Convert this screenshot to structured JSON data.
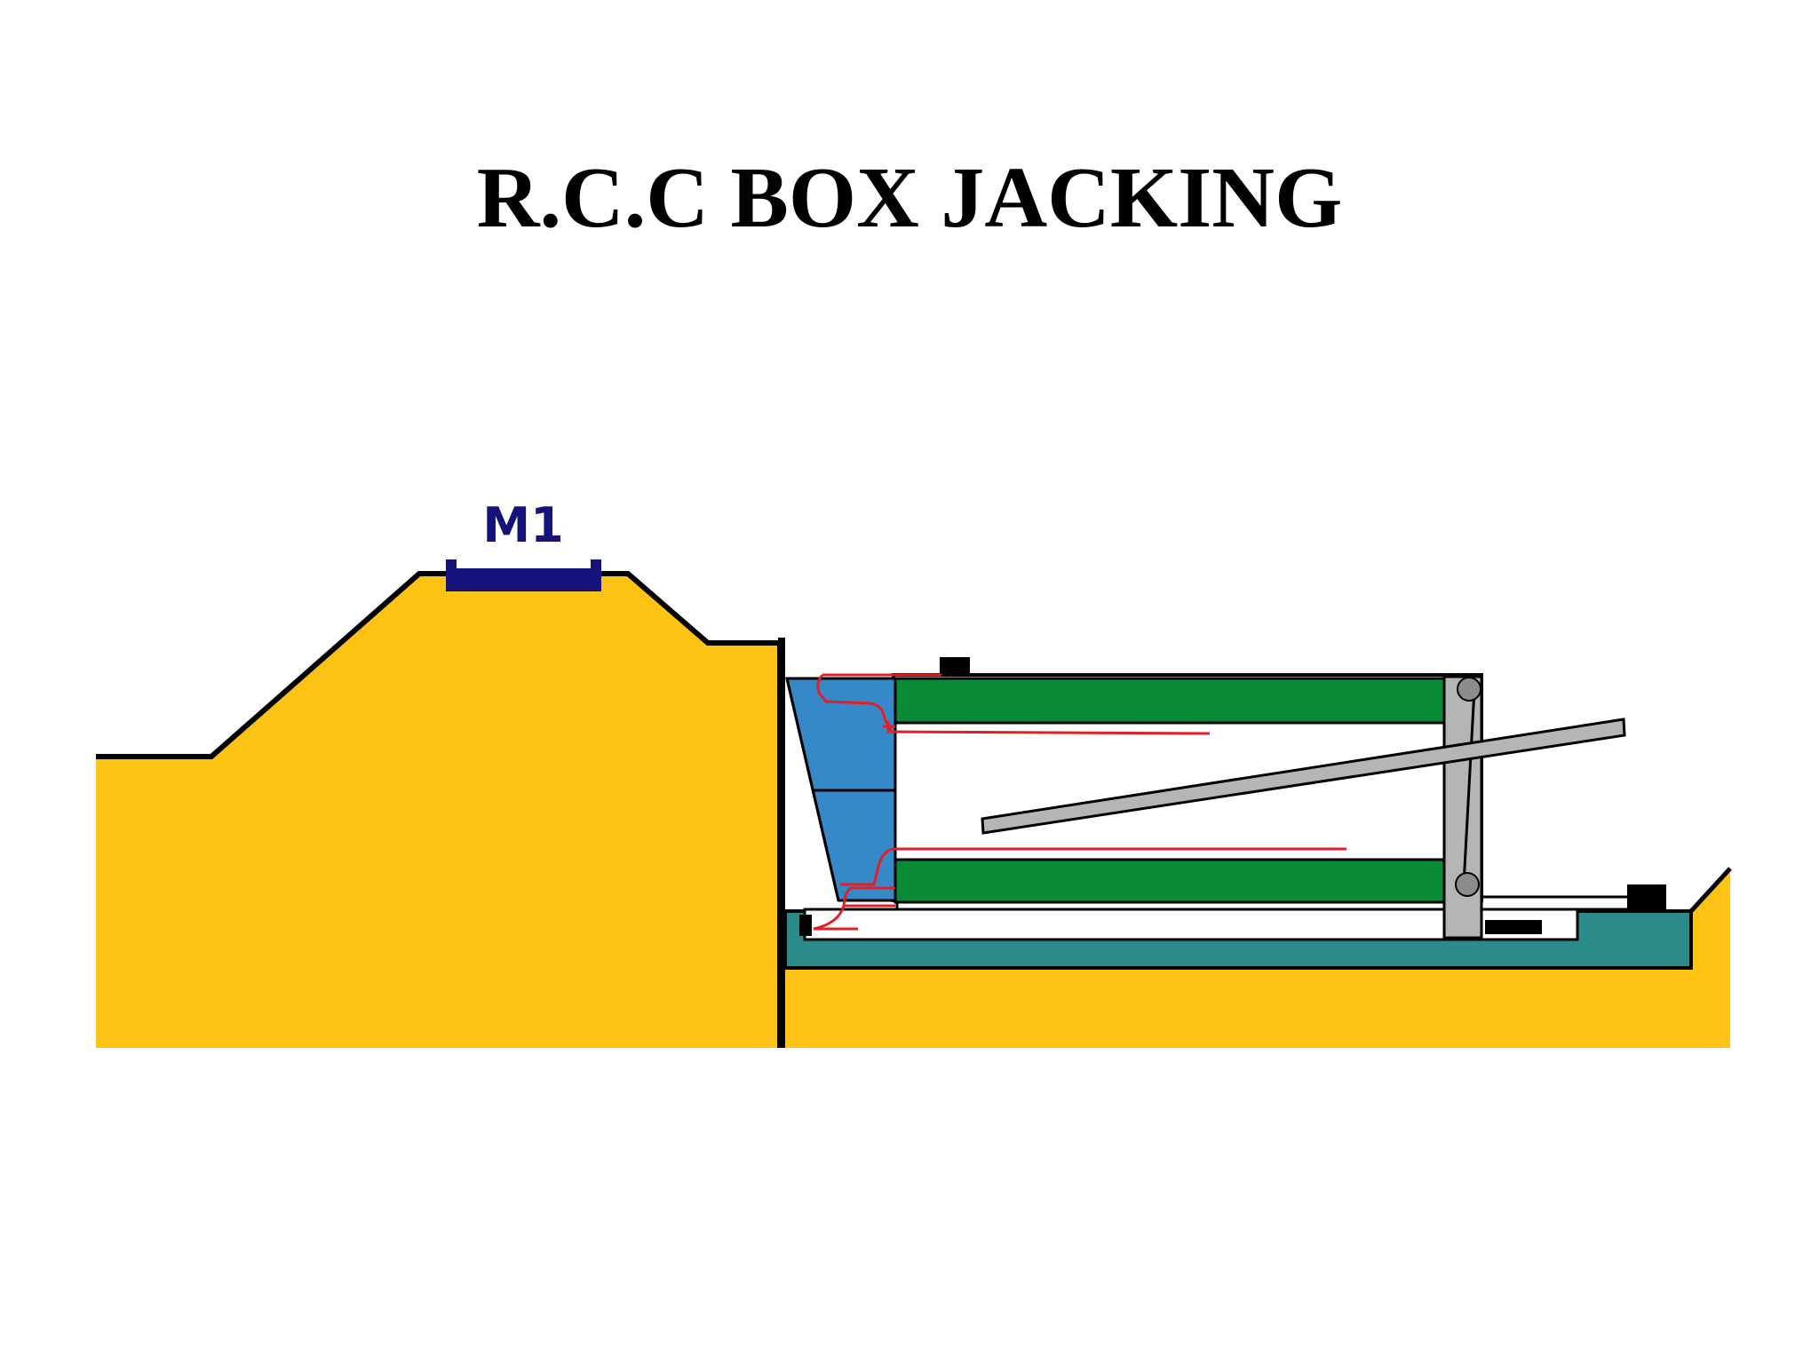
{
  "slide": {
    "title": "R.C.C BOX JACKING"
  },
  "diagram": {
    "labels": {
      "m1": "M1"
    },
    "components": [
      "embankment",
      "railway-track-m1",
      "thrust-wall",
      "rcc-box",
      "cutting-shield",
      "jacking-frame",
      "strut",
      "thrust-bed",
      "guide-rail"
    ],
    "colors": {
      "soil": "#FCC314",
      "soil_outline": "#000000",
      "track": "#15127A",
      "box_wall": "#098A34",
      "shield": "#3589C8",
      "thrust_bed": "#2B8B89",
      "frame": "#B5B5B5",
      "cable": "#E31E24",
      "block": "#000000"
    }
  }
}
